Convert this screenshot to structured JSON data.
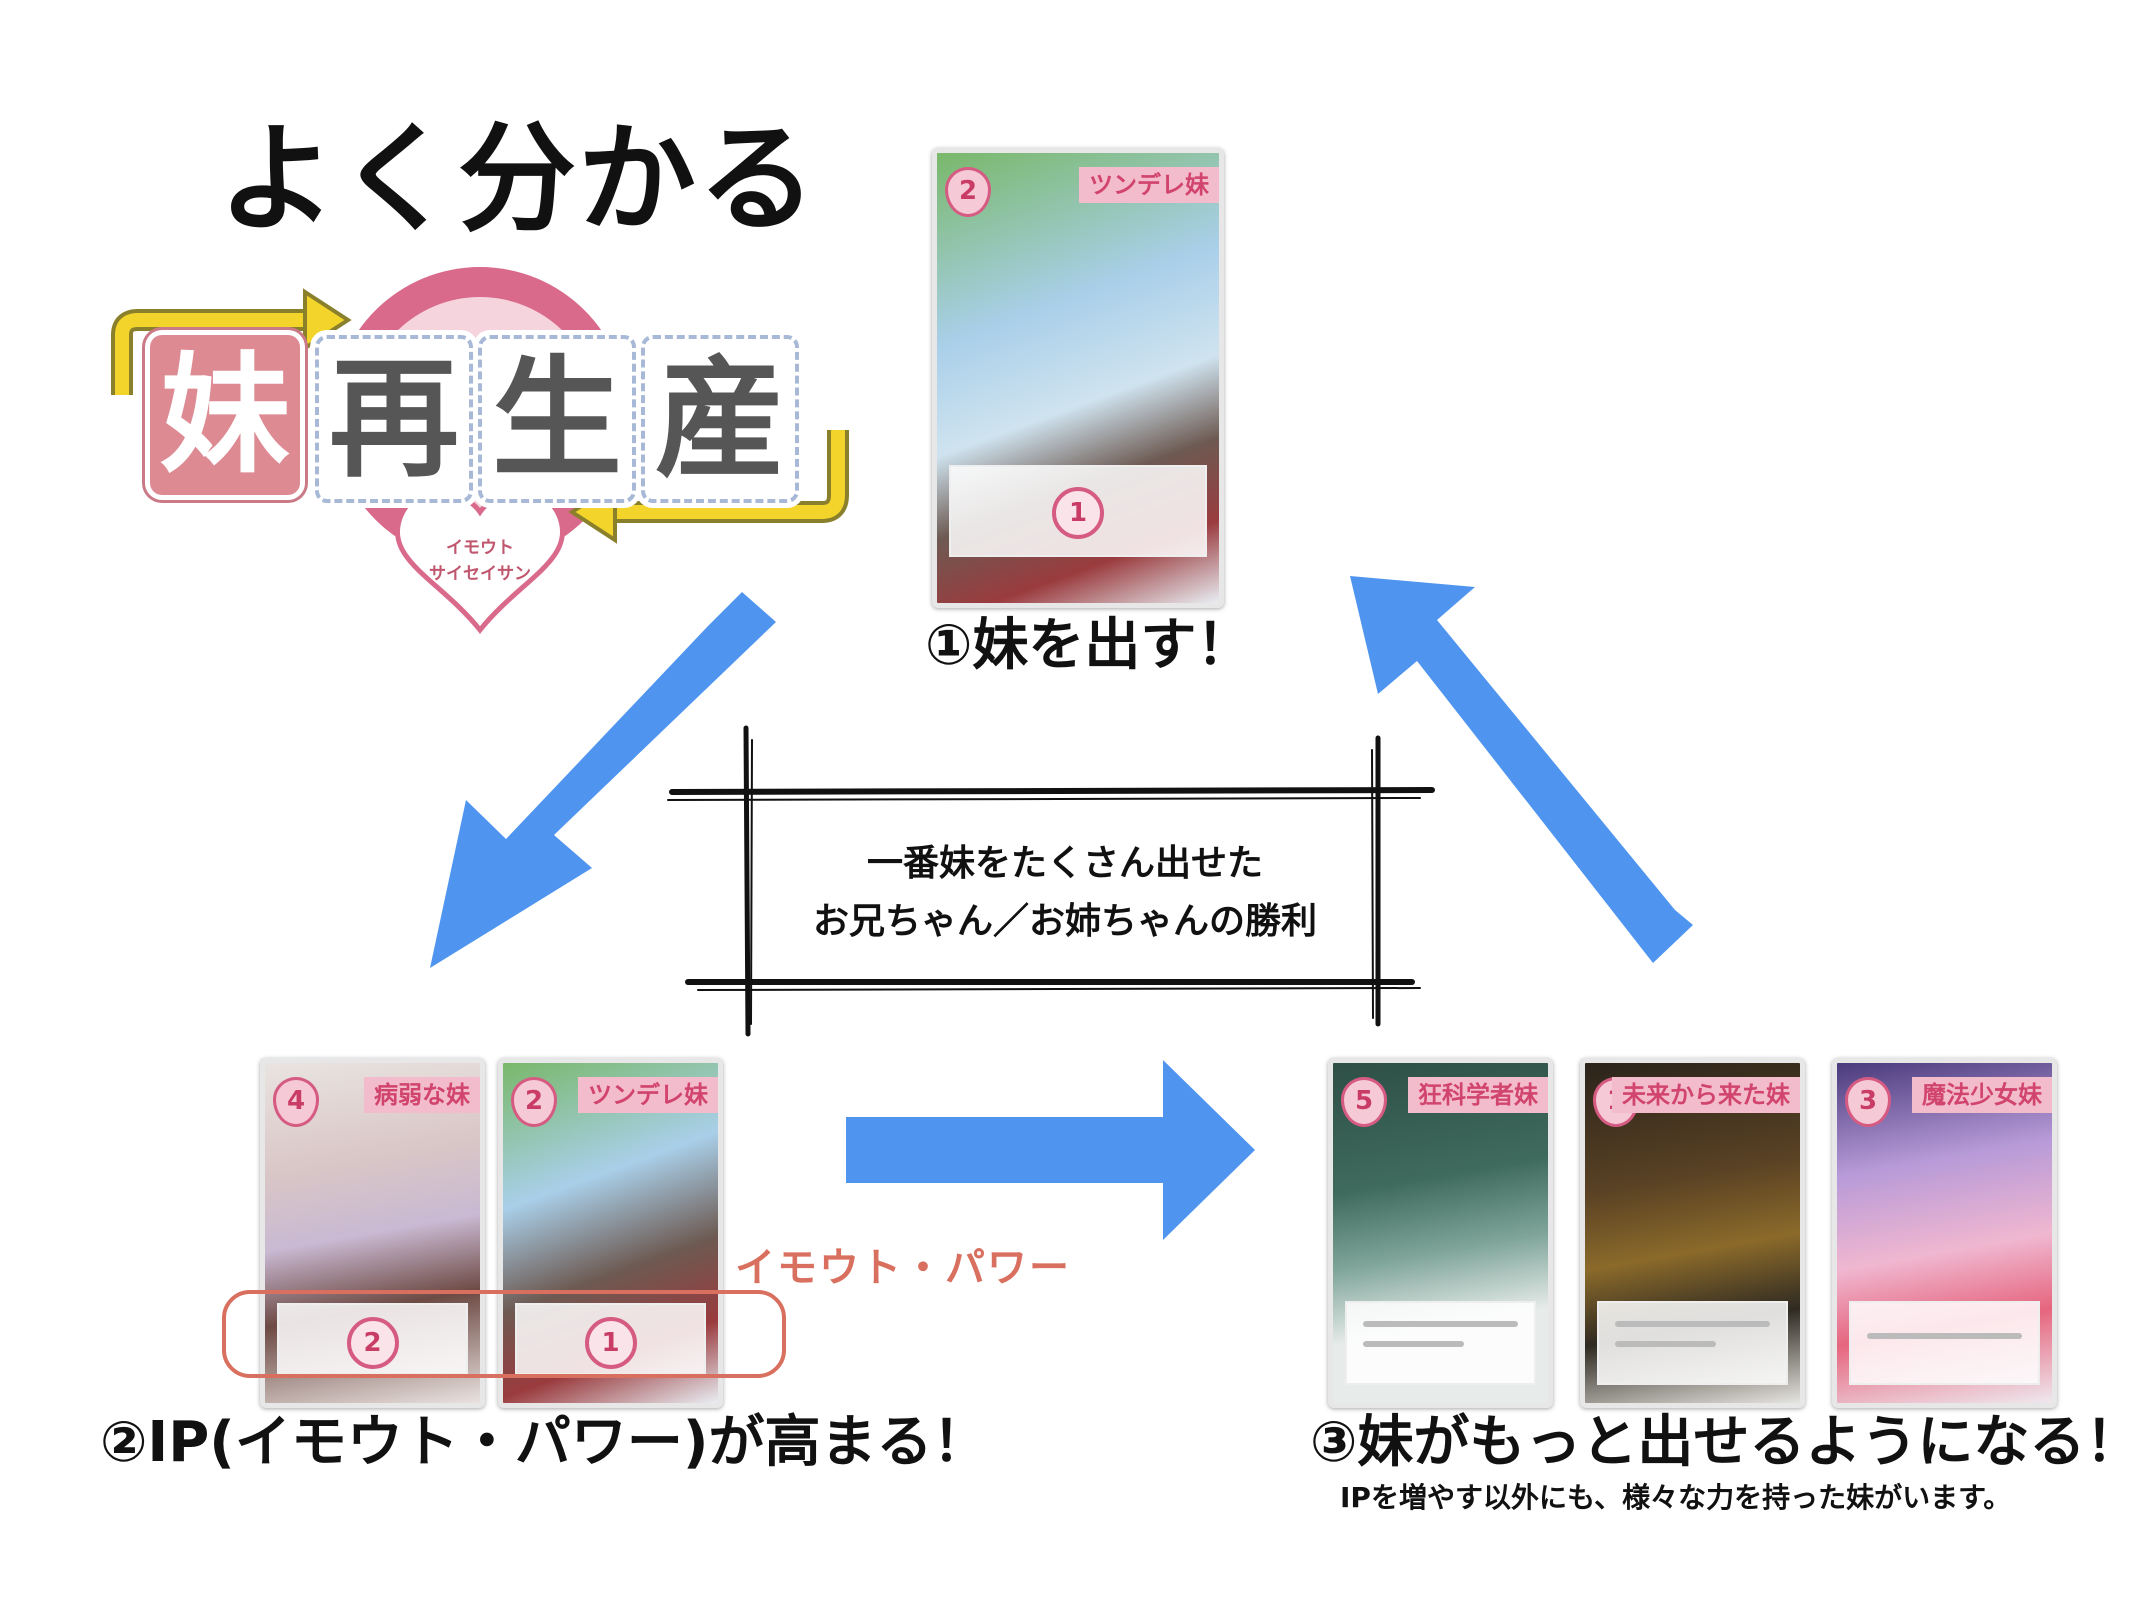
{
  "heading": "よく分かる",
  "logo": {
    "chars": [
      "妹",
      "再",
      "生",
      "産"
    ],
    "kana_line1": "イモウト",
    "kana_line2": "サイセイサン"
  },
  "steps": {
    "step1": "①妹を出す！",
    "step2": "②IP(イモウト・パワー)が高まる！",
    "step3": "③妹がもっと出せるようになる！",
    "step3_note": "IPを増やす以外にも、様々な力を持った妹がいます。"
  },
  "victory": {
    "line1": "一番妹をたくさん出せた",
    "line2": "お兄ちゃん／お姉ちゃんの勝利"
  },
  "ip_label": "イモウト・パワー",
  "cards": {
    "top": {
      "title": "ツンデレ妹",
      "cost": "2",
      "ip": "1"
    },
    "left1": {
      "title": "病弱な妹",
      "cost": "4",
      "ip": "2"
    },
    "left2": {
      "title": "ツンデレ妹",
      "cost": "2",
      "ip": "1"
    },
    "right1": {
      "title": "狂科学者妹",
      "cost": "5"
    },
    "right2": {
      "title": "未来から来た妹",
      "cost": "1"
    },
    "right3": {
      "title": "魔法少女妹",
      "cost": "3"
    }
  },
  "colors": {
    "arrow": "#4f95f0",
    "accent": "#d9705f",
    "logo_pink": "#dd8a93",
    "logo_yellow": "#f2d42a"
  }
}
